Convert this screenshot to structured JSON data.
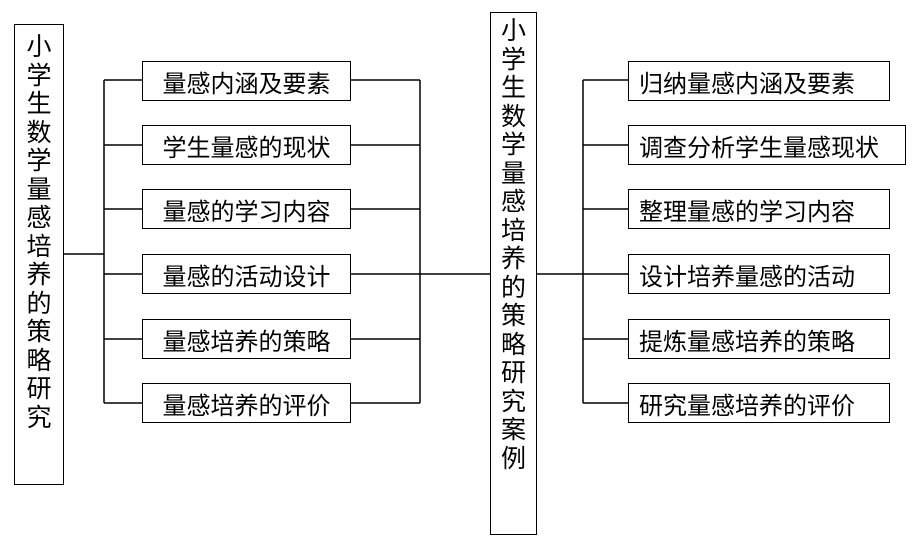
{
  "left_root": {
    "text": "小学生数学量感培养的策略研究"
  },
  "left_items": [
    {
      "label": "量感内涵及要素"
    },
    {
      "label": "学生量感的现状"
    },
    {
      "label": "量感的学习内容"
    },
    {
      "label": "量感的活动设计"
    },
    {
      "label": "量感培养的策略"
    },
    {
      "label": "量感培养的评价"
    }
  ],
  "center_root": {
    "text": "小学生数学量感培养的策略研究案例"
  },
  "right_items": [
    {
      "label": "归纳量感内涵及要素"
    },
    {
      "label": "调查分析学生量感现状"
    },
    {
      "label": "整理量感的学习内容"
    },
    {
      "label": "设计培养量感的活动"
    },
    {
      "label": "提炼量感培养的策略"
    },
    {
      "label": "研究量感培养的评价"
    }
  ]
}
